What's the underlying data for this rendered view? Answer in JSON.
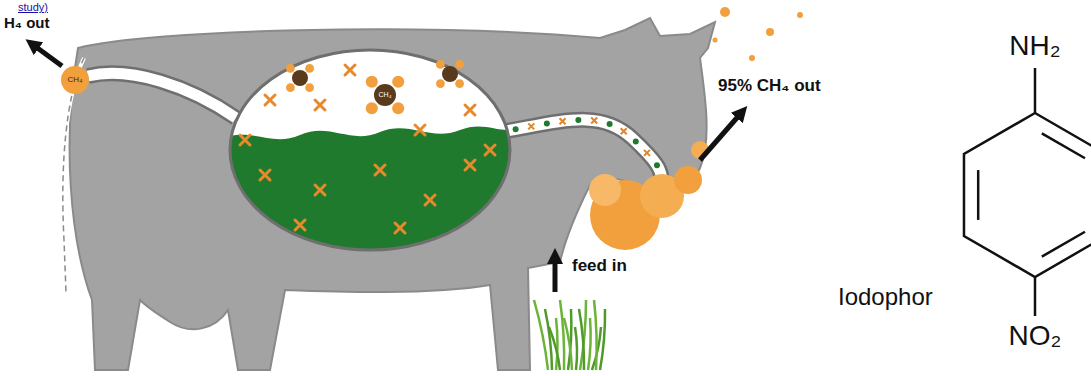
{
  "diagram": {
    "labels": [
      "study)",
      "H₄ out",
      "CH₄",
      "CH₄",
      "95% CH₄ out",
      "feed in",
      "Iodophor",
      "NH₂",
      "NO₂"
    ]
  }
}
